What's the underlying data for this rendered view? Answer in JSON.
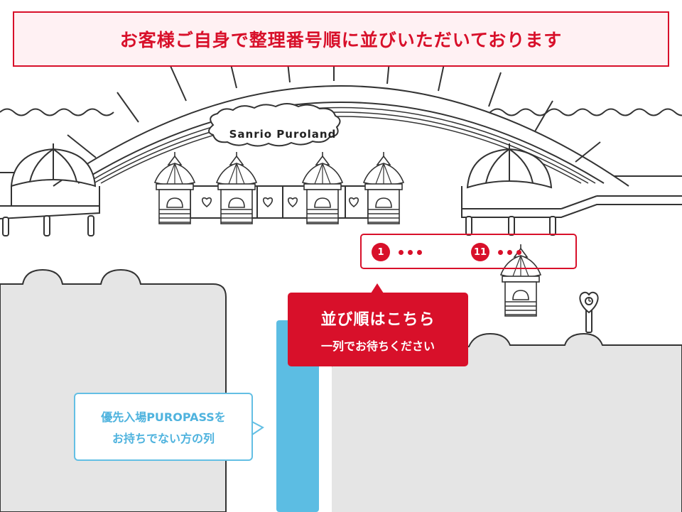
{
  "banner": {
    "text": "お客様ご自身で整理番号順に並びいただいております"
  },
  "logo": {
    "text": "Sanrio Puroland"
  },
  "order_indicator": {
    "first_number": "1",
    "later_number": "11"
  },
  "line_callout": {
    "title": "並び順はこちら",
    "subtitle": "一列でお待ちください"
  },
  "lane_callout": {
    "line1": "優先入場PUROPASSを",
    "line2": "お持ちでない方の列"
  },
  "colors": {
    "accent_red": "#d8102a",
    "lane_blue": "#5cbde3",
    "ground_gray": "#e5e5e5",
    "line_art": "#333333"
  }
}
